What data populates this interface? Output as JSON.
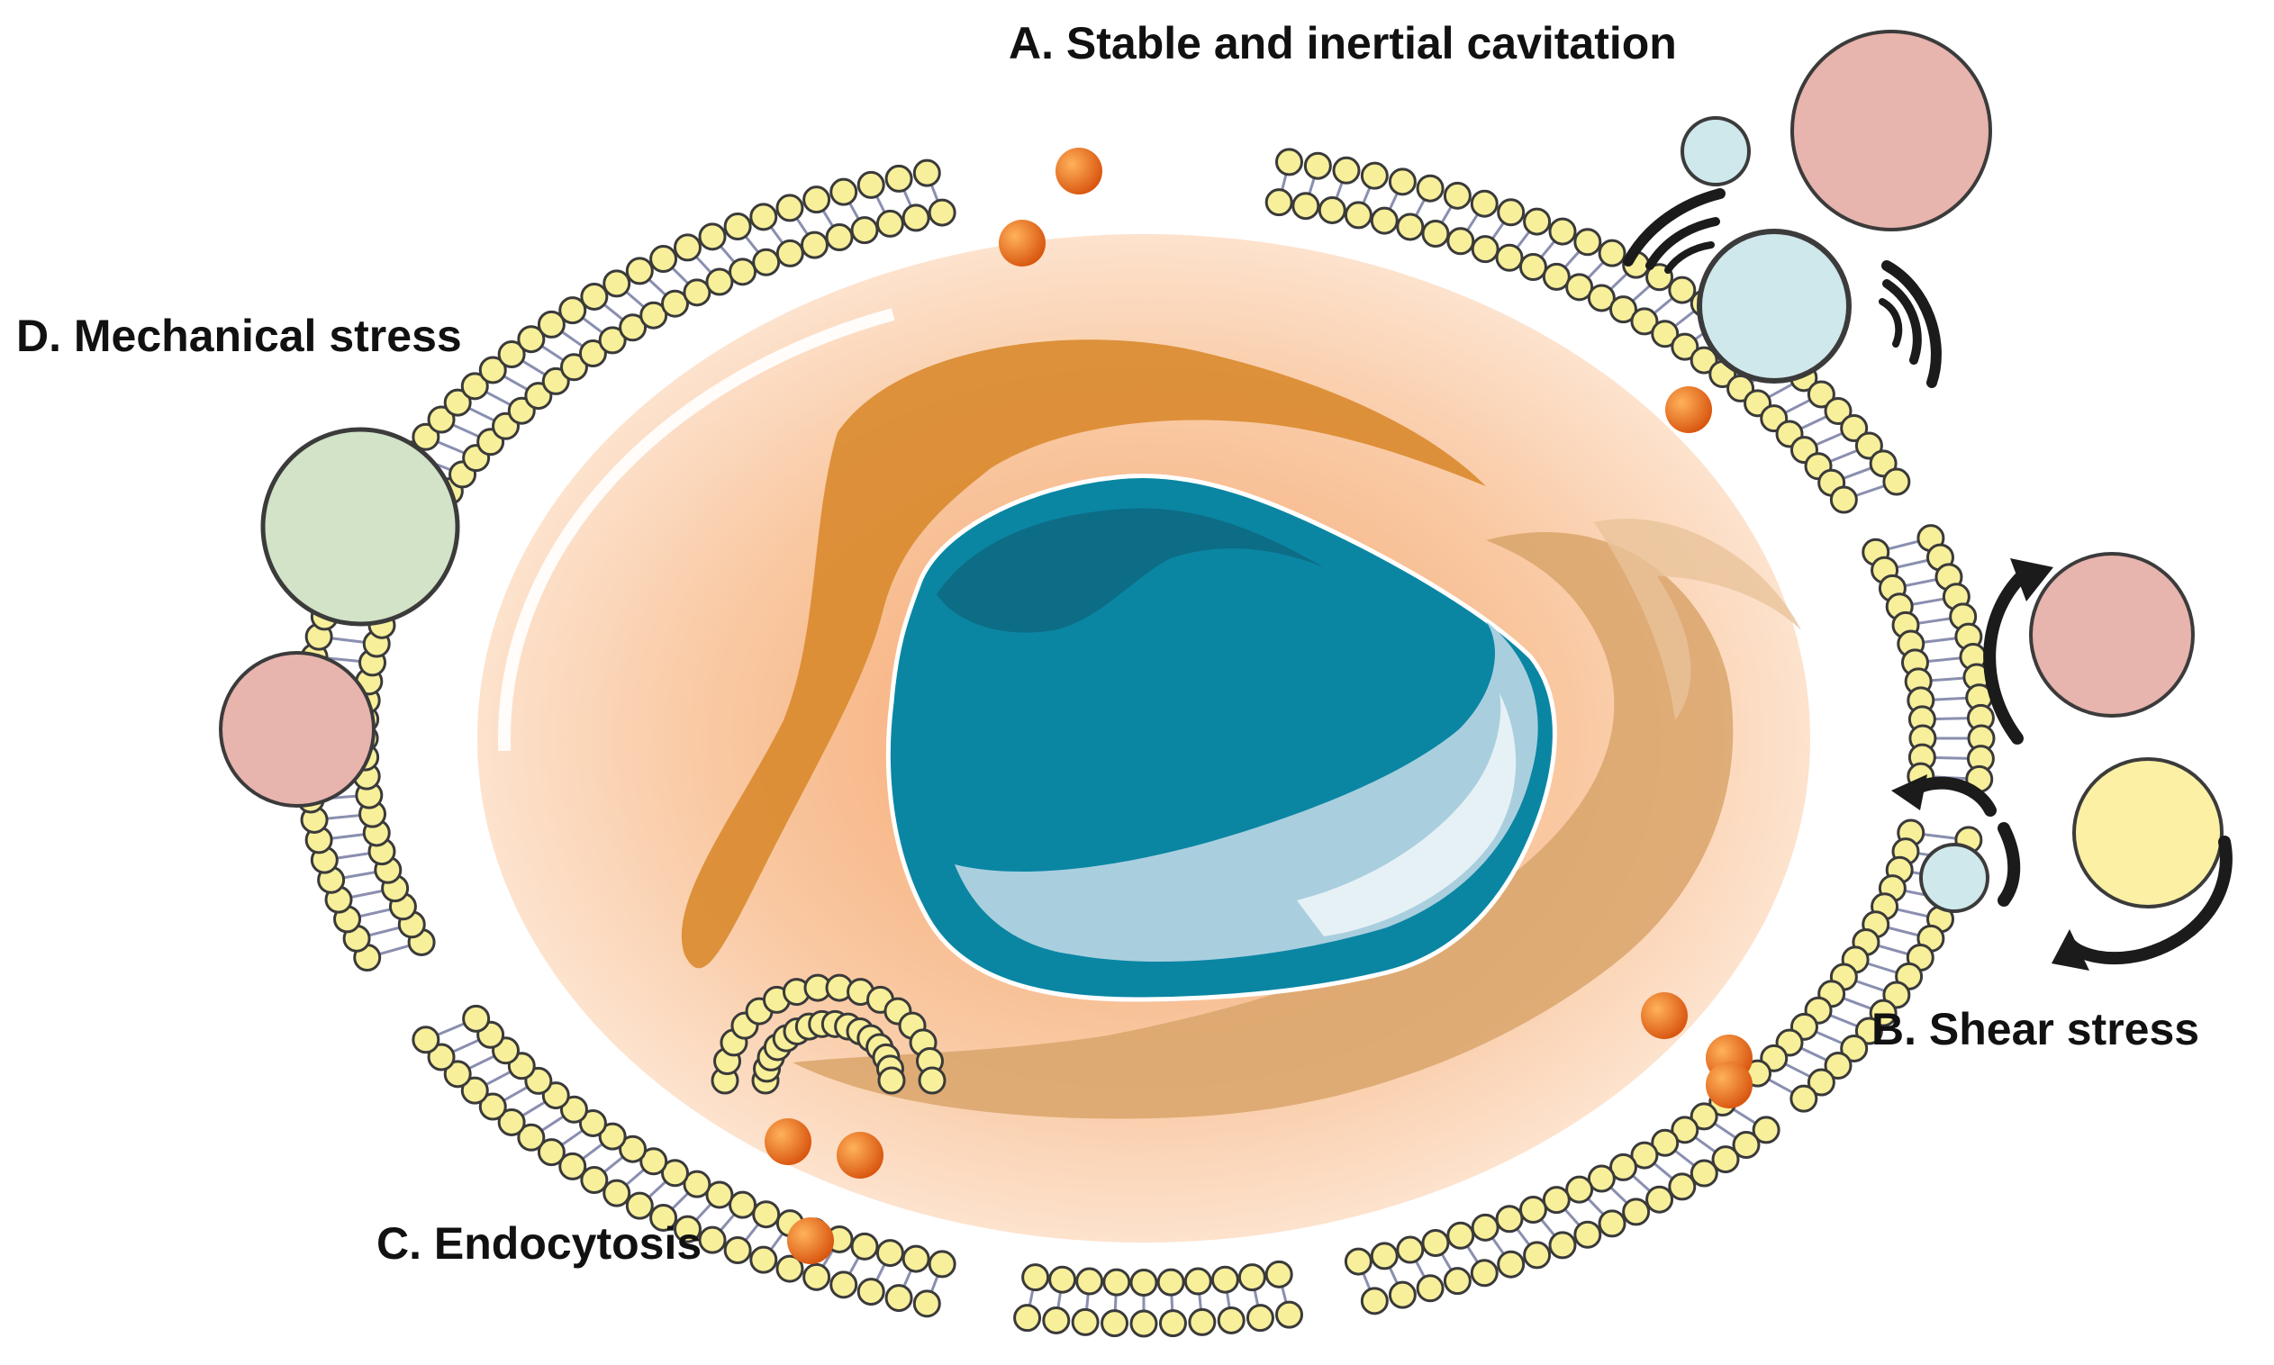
{
  "labels": {
    "a": "A. Stable and inertial cavitation",
    "b": "B. Shear stress",
    "c": "C. Endocytosis",
    "d": "D. Mechanical stress"
  },
  "colors": {
    "lipid_head": "#f7ef9a",
    "lipid_outline": "#3a3a3a",
    "nucleus": "#0a86a3",
    "nucleus_dark": "#0d6d86",
    "nucleus_light": "#a9cfdf",
    "cytoplasm": "#f7c9a5",
    "organelle": "#d98a2e",
    "drug": "#e8741c",
    "bubble_pink": "#e8b4ae",
    "bubble_blue": "#cfe8ec",
    "bubble_green": "#d2e3c8",
    "bubble_yellow": "#fbf0a4"
  }
}
